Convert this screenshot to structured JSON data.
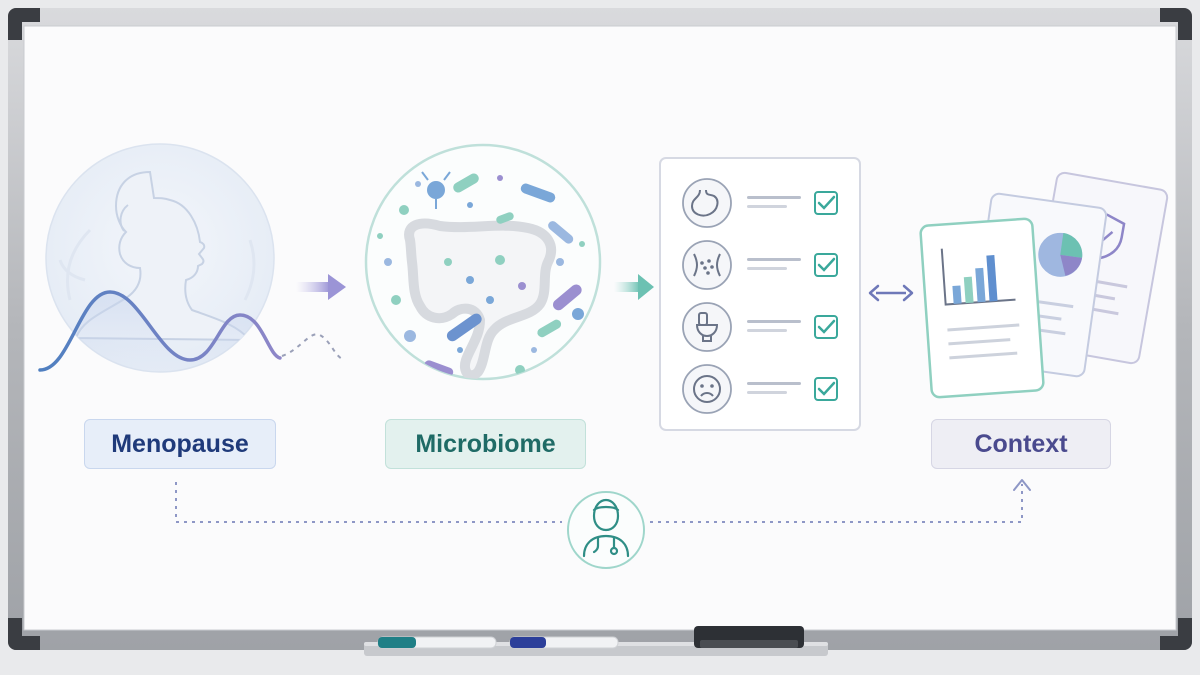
{
  "labels": {
    "menopause": "Menopause",
    "microbiome": "Microbiome",
    "context": "Context"
  },
  "colors": {
    "menopause_text": "#1f3a7a",
    "microbiome_text": "#1f6b66",
    "context_text": "#4a4a8e",
    "wave_blue": "#4f7fc0",
    "wave_purple": "#8e86c8",
    "teal": "#3aa89b",
    "check": "#3aa89b"
  },
  "checklist": {
    "items": [
      {
        "icon": "stomach-icon",
        "checked": true
      },
      {
        "icon": "bloating-icon",
        "checked": true
      },
      {
        "icon": "toilet-icon",
        "checked": true
      },
      {
        "icon": "sad-face-icon",
        "checked": true
      }
    ]
  },
  "icons": {
    "clinician": "doctor-icon",
    "documents": [
      "bar-chart-icon",
      "pie-chart-icon",
      "shield-check-icon"
    ]
  }
}
